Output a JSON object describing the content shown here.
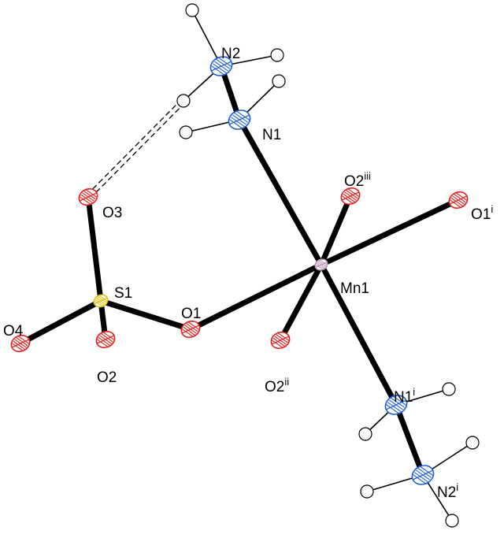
{
  "colors": {
    "bond": "#000000",
    "hydrogen_bond": "#000000",
    "mn": "#b79ab8",
    "n": "#1f5fd6",
    "o": "#e0201c",
    "s": "#d9c21a",
    "h": "#ffffff"
  },
  "atoms": [
    {
      "id": "Mn1",
      "element": "Mn",
      "label": "Mn1",
      "sup": ""
    },
    {
      "id": "N1",
      "element": "N",
      "label": "N1",
      "sup": ""
    },
    {
      "id": "N2",
      "element": "N",
      "label": "N2",
      "sup": ""
    },
    {
      "id": "N1i",
      "element": "N",
      "label": "N1",
      "sup": "i"
    },
    {
      "id": "N2i",
      "element": "N",
      "label": "N2",
      "sup": "i"
    },
    {
      "id": "O1",
      "element": "O",
      "label": "O1",
      "sup": ""
    },
    {
      "id": "O1i",
      "element": "O",
      "label": "O1",
      "sup": "i"
    },
    {
      "id": "O2",
      "element": "O",
      "label": "O2",
      "sup": ""
    },
    {
      "id": "O2ii",
      "element": "O",
      "label": "O2",
      "sup": "ii"
    },
    {
      "id": "O2iii",
      "element": "O",
      "label": "O2",
      "sup": "iii"
    },
    {
      "id": "O3",
      "element": "O",
      "label": "O3",
      "sup": ""
    },
    {
      "id": "O4",
      "element": "O",
      "label": "O4",
      "sup": ""
    },
    {
      "id": "S1",
      "element": "S",
      "label": "S1",
      "sup": ""
    }
  ],
  "hydrogens": [
    {
      "id": "H2a",
      "parent": "N2"
    },
    {
      "id": "H2b",
      "parent": "N2"
    },
    {
      "id": "H2c",
      "parent": "N2"
    },
    {
      "id": "H1a",
      "parent": "N1"
    },
    {
      "id": "H1b",
      "parent": "N1"
    },
    {
      "id": "H1ia",
      "parent": "N1i"
    },
    {
      "id": "H1ib",
      "parent": "N1i"
    },
    {
      "id": "H2ia",
      "parent": "N2i"
    },
    {
      "id": "H2ib",
      "parent": "N2i"
    },
    {
      "id": "H2ic",
      "parent": "N2i"
    }
  ],
  "bonds": [
    {
      "a": "Mn1",
      "b": "N1",
      "kind": "coord"
    },
    {
      "a": "Mn1",
      "b": "N1i",
      "kind": "coord"
    },
    {
      "a": "Mn1",
      "b": "O1",
      "kind": "coord"
    },
    {
      "a": "Mn1",
      "b": "O1i",
      "kind": "coord"
    },
    {
      "a": "Mn1",
      "b": "O2iii",
      "kind": "coord"
    },
    {
      "a": "Mn1",
      "b": "O2ii",
      "kind": "coord"
    },
    {
      "a": "N1",
      "b": "N2",
      "kind": "covalent"
    },
    {
      "a": "N1i",
      "b": "N2i",
      "kind": "covalent"
    },
    {
      "a": "S1",
      "b": "O1",
      "kind": "covalent"
    },
    {
      "a": "S1",
      "b": "O2",
      "kind": "covalent"
    },
    {
      "a": "S1",
      "b": "O3",
      "kind": "covalent"
    },
    {
      "a": "S1",
      "b": "O4",
      "kind": "covalent"
    },
    {
      "a": "N2",
      "b": "H2a",
      "kind": "h"
    },
    {
      "a": "N2",
      "b": "H2b",
      "kind": "h"
    },
    {
      "a": "N2",
      "b": "H2c",
      "kind": "h"
    },
    {
      "a": "N1",
      "b": "H1a",
      "kind": "h"
    },
    {
      "a": "N1",
      "b": "H1b",
      "kind": "h"
    },
    {
      "a": "N1i",
      "b": "H1ia",
      "kind": "h"
    },
    {
      "a": "N1i",
      "b": "H1ib",
      "kind": "h"
    },
    {
      "a": "N2i",
      "b": "H2ia",
      "kind": "h"
    },
    {
      "a": "N2i",
      "b": "H2ib",
      "kind": "h"
    },
    {
      "a": "N2i",
      "b": "H2ic",
      "kind": "h"
    },
    {
      "a": "O3",
      "b": "H2c",
      "kind": "hbond"
    }
  ]
}
